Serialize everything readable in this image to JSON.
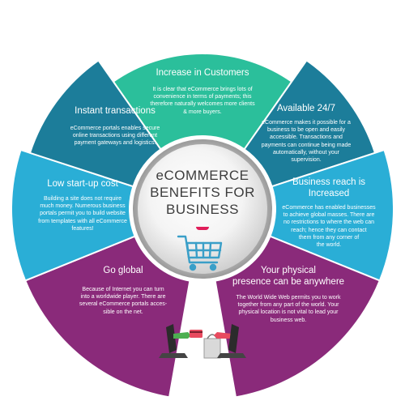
{
  "center": {
    "title_lines": [
      "eCOMMERCE",
      "BENEFITS FOR",
      "BUSINESS"
    ]
  },
  "segments": [
    {
      "key": "increase_customers",
      "color": "#2bbf9b",
      "title": "Increase in Customers",
      "text_lines": [
        "It is clear that eCommerce brings lots of",
        "convenience in terms of payments; this",
        "therefore naturally welcomes more clients",
        "& more buyers."
      ]
    },
    {
      "key": "available_247",
      "color": "#1c7d9a",
      "title": "Available 24/7",
      "text_lines": [
        "eCommerce makes it possible for a",
        "business to be open and easily",
        "accessible. Transactions and",
        "payments can continue being made",
        "automatically, without your",
        "supervision."
      ]
    },
    {
      "key": "business_reach",
      "color": "#2aaed6",
      "title_lines": [
        "Business reach is",
        "Increased"
      ],
      "text_lines": [
        "eCommerce has enabled businesses",
        "to achieve global masses. There are",
        "no restrictions to where the web can",
        "reach; hence they can contact",
        "them from any corner of",
        "the world."
      ]
    },
    {
      "key": "physical_presence",
      "color": "#8a2a7a",
      "title_lines": [
        "Your physical",
        "presence can be anywhere"
      ],
      "text_lines": [
        "The World Wide Web permits you to work",
        "together from any part of the world. Your",
        "physical location is not vital to lead your",
        "business web."
      ]
    },
    {
      "key": "go_global",
      "color": "#8a2a7a",
      "title": "Go global",
      "text_lines": [
        "Because of Internet you can turn",
        "into a worldwide player. There are",
        "several eCommerce portals acces-",
        "sible on the net."
      ]
    },
    {
      "key": "low_startup",
      "color": "#2aaed6",
      "title": "Low start-up cost",
      "text_lines": [
        "Building a site does not require",
        "much money. Numerous business",
        "portals permit you to build website",
        "from templates with all eCommerce",
        "features!"
      ]
    },
    {
      "key": "instant_transactions",
      "color": "#1c7d9a",
      "title": "Instant transactions",
      "text_lines": [
        "eCommerce portals enables secure",
        "online transactions using different",
        "payment gateways and logistics."
      ]
    }
  ],
  "colors": {
    "teal": "#2bbf9b",
    "dark_blue": "#1c7d9a",
    "light_blue": "#2aaed6",
    "purple": "#8a2a7a",
    "center_text": "#3d3d3d",
    "cart": "#3a9fc8",
    "lips": "#e01e5a"
  },
  "icons": [
    "shopping-cart-icon",
    "laptop-icon",
    "credit-card-icon",
    "shopping-bag-icon"
  ]
}
